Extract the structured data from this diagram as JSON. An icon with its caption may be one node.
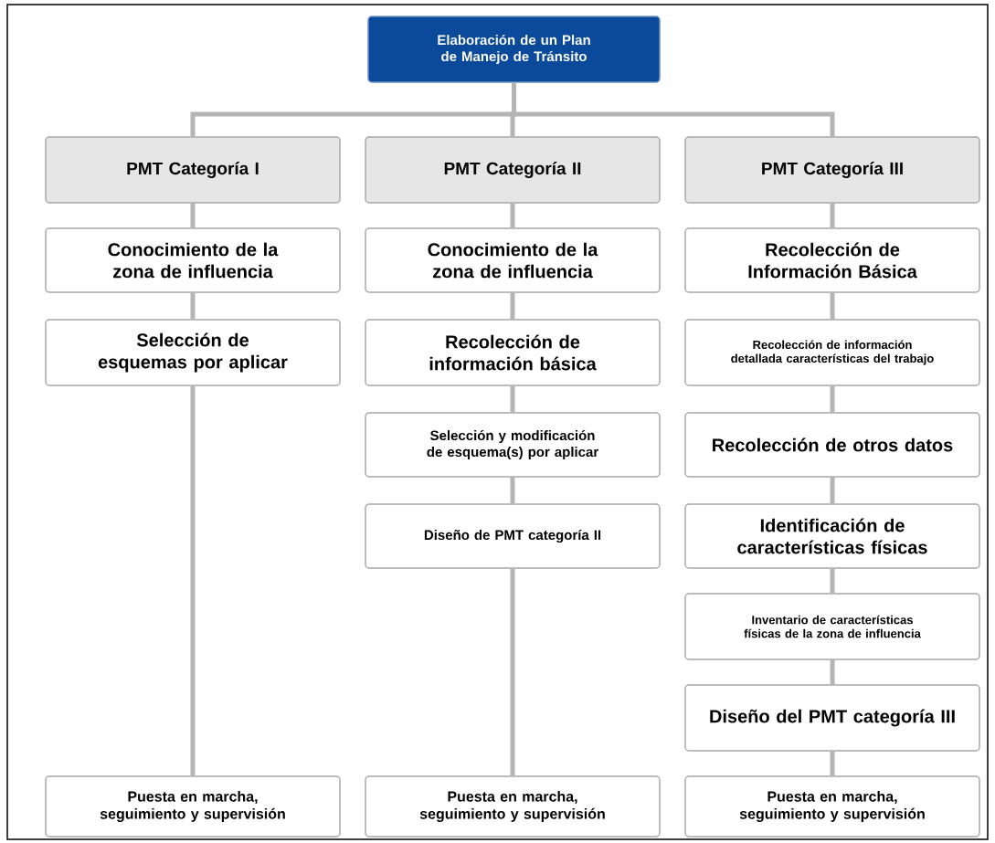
{
  "diagram": {
    "nodes": [
      {
        "text": [
          "Elaboración de un Plan de Manejo de Tránsito"
        ]
      },
      {
        "text": [
          "PMT Categoría I"
        ]
      },
      {
        "text": [
          "PMT Categoría II"
        ]
      },
      {
        "text": [
          "PMT Categoría III"
        ]
      },
      {
        "text": [
          "Conocimiento de la zona de influencia"
        ]
      },
      {
        "text": [
          "Selección de esquemas por aplicar"
        ]
      },
      {
        "text": [
          "Puesta en marcha, seguimiento y supervisión"
        ]
      },
      {
        "text": [
          "Conocimiento de la zona de influencia"
        ]
      },
      {
        "text": [
          "Recolección de información básica"
        ]
      },
      {
        "text": [
          "Selección y modificación de esquema(s) por aplicar"
        ]
      },
      {
        "text": [
          "Diseño de PMT categoría II"
        ]
      },
      {
        "text": [
          "Puesta en marcha, seguimiento y supervisión"
        ]
      },
      {
        "text": [
          "Recolección de Información Básica"
        ]
      },
      {
        "text": [
          "Recolección de información detallada características del trabajo"
        ]
      },
      {
        "text": [
          "Recolección de otros datos"
        ]
      },
      {
        "text": [
          "Identificación de características físicas"
        ]
      },
      {
        "text": [
          "Inventario de características físicas de la zona de influencia"
        ]
      },
      {
        "text": [
          "Diseño del PMT categoría III"
        ]
      },
      {
        "text": [
          "Puesta en marcha, seguimiento y supervisión"
        ]
      }
    ],
    "edges": [
      {
        "from": 0,
        "to": 1,
        "arrow": "none"
      },
      {
        "from": 0,
        "to": 2,
        "arrow": "none"
      },
      {
        "from": 0,
        "to": 3,
        "arrow": "none"
      },
      {
        "from": 1,
        "to": 4,
        "arrow": "none"
      },
      {
        "from": 4,
        "to": 5,
        "arrow": "none"
      },
      {
        "from": 5,
        "to": 6,
        "arrow": "none"
      },
      {
        "from": 2,
        "to": 7,
        "arrow": "none"
      },
      {
        "from": 7,
        "to": 8,
        "arrow": "none"
      },
      {
        "from": 8,
        "to": 9,
        "arrow": "none"
      },
      {
        "from": 9,
        "to": 10,
        "arrow": "none"
      },
      {
        "from": 10,
        "to": 11,
        "arrow": "none"
      },
      {
        "from": 3,
        "to": 12,
        "arrow": "none"
      },
      {
        "from": 12,
        "to": 13,
        "arrow": "none"
      },
      {
        "from": 13,
        "to": 14,
        "arrow": "none"
      },
      {
        "from": 14,
        "to": 15,
        "arrow": "none"
      },
      {
        "from": 15,
        "to": 16,
        "arrow": "none"
      },
      {
        "from": 16,
        "to": 17,
        "arrow": "none"
      },
      {
        "from": 17,
        "to": 18,
        "arrow": "none"
      }
    ]
  }
}
